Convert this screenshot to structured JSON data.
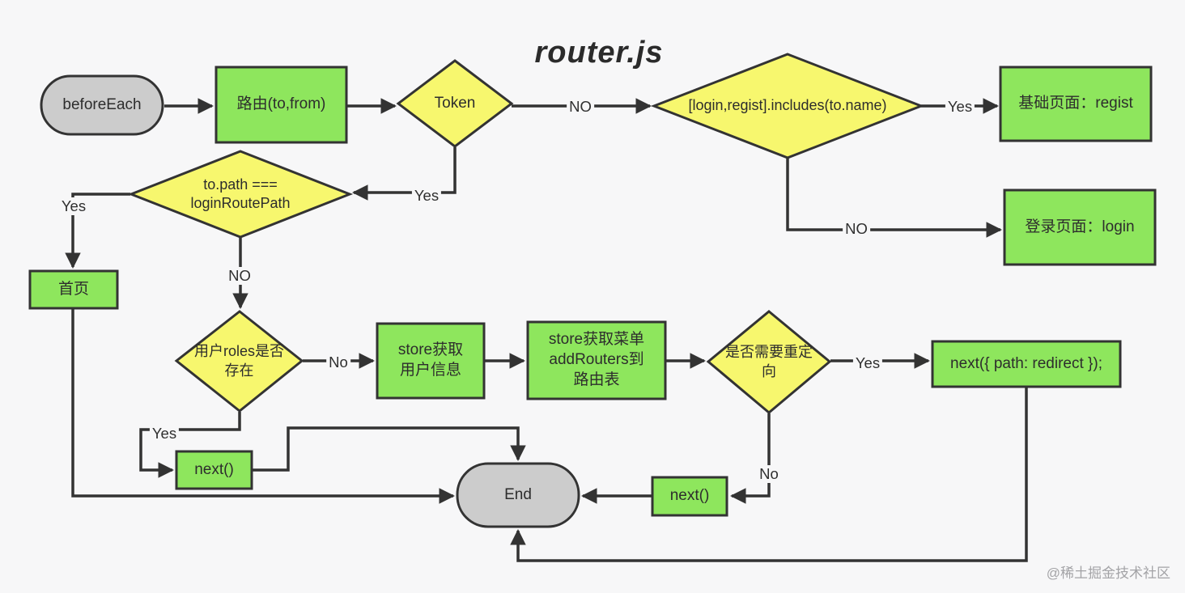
{
  "title": "router.js",
  "watermark": "@稀土掘金技术社区",
  "colors": {
    "background": "#f7f7f8",
    "node_green": "#8ee65d",
    "node_yellow": "#f7f76e",
    "node_gray": "#cccccc",
    "stroke": "#333333"
  },
  "nodes": {
    "before_each": {
      "label": "beforeEach",
      "shape": "terminal"
    },
    "route": {
      "label": "路由(to,from)",
      "shape": "process"
    },
    "token": {
      "label": "Token",
      "shape": "decision"
    },
    "includes": {
      "label": "[login,regist].includes(to.name)",
      "shape": "decision"
    },
    "base_page": {
      "label": "基础页面：regist",
      "shape": "process"
    },
    "login_page": {
      "label": "登录页面：login",
      "shape": "process"
    },
    "to_path": {
      "label": "to.path ===\nloginRoutePath",
      "shape": "decision"
    },
    "home": {
      "label": "首页",
      "shape": "process"
    },
    "roles": {
      "label": "用户roles是否\n存在",
      "shape": "decision"
    },
    "store_user": {
      "label": "store获取\n用户信息",
      "shape": "process"
    },
    "store_menu": {
      "label": "store获取菜单\naddRouters到\n路由表",
      "shape": "process"
    },
    "redirect": {
      "label": "是否需要重定\n向",
      "shape": "decision"
    },
    "next_redirect": {
      "label": "next({ path: redirect });",
      "shape": "process"
    },
    "next_yes": {
      "label": "next()",
      "shape": "process"
    },
    "next_no": {
      "label": "next()",
      "shape": "process"
    },
    "end": {
      "label": "End",
      "shape": "terminal"
    }
  },
  "edge_labels": {
    "token_no": "NO",
    "token_yes": "Yes",
    "includes_yes": "Yes",
    "includes_no": "NO",
    "to_path_yes": "Yes",
    "to_path_no": "NO",
    "roles_no": "No",
    "roles_yes": "Yes",
    "redirect_yes": "Yes",
    "redirect_no": "No"
  }
}
